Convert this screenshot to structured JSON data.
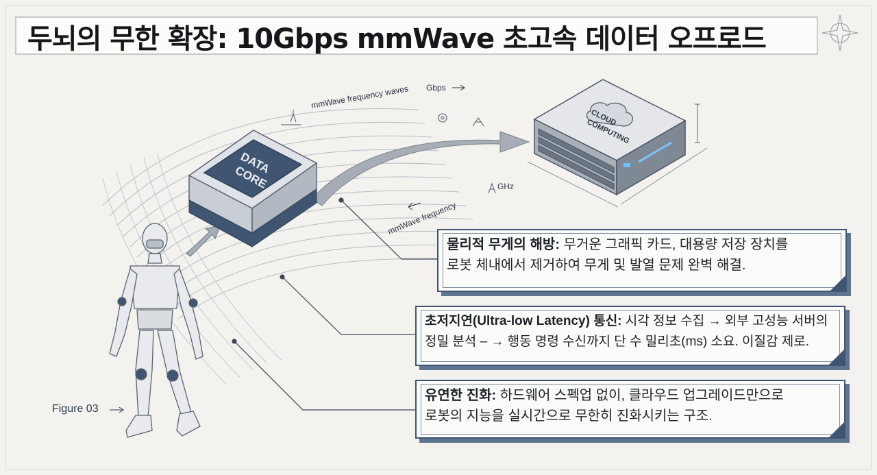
{
  "title": "두뇌의 무한 확장: 10Gbps mmWave 초고속 데이터 오프로드",
  "diagram": {
    "data_core_label": [
      "DATA",
      "CORE"
    ],
    "cloud_label": [
      "CLOUD",
      "COMPUTING"
    ],
    "wave_label_top": "mmWave frequency waves",
    "wave_label_top_unit": "Gbps",
    "wave_label_bottom": "mmWave frequency",
    "wave_label_bottom_unit": "GHz",
    "figure_label": "Figure 03"
  },
  "callouts": [
    {
      "heading": "물리적 무게의 해방:",
      "line1": " 무거운 그래픽 카드, 대용량 저장 장치를",
      "line2": "로봇 체내에서 제거하여 무게 및 발열 문제 완벽 해결."
    },
    {
      "heading": "초저지연(Ultra-low Latency) 통신:",
      "line1": " 시각 정보 수집 → 외부 고성능 서버의",
      "line2": "정밀 분석 – → 행동 명령 수신까지 단 수 밀리초(ms) 소요. 이질감 제로."
    },
    {
      "heading": "유연한 진화:",
      "line1": " 하드웨어 스펙업 없이, 클라우드 업그레이드만으로",
      "line2": "로봇의 지능을 실시간으로 무한히 진화시키는 구조."
    }
  ],
  "colors": {
    "navy": "#3f5572",
    "line": "#9aa6b6",
    "bg": "#f3f2ee"
  }
}
